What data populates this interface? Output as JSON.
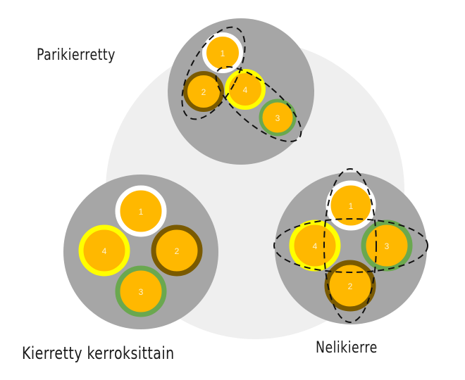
{
  "labels": {
    "top": "Parikierretty",
    "bottom_left": "Kierretty kerroksittain",
    "bottom_right": "Nelikierre"
  },
  "colors": {
    "background_circle": "#efefef",
    "cable_sheath": "#a6a6a6",
    "conductor": "#ffb800",
    "insulation_1": "#ffffff",
    "insulation_2": "#7a5a00",
    "insulation_3": "#6aa84f",
    "insulation_4": "#ffff00"
  },
  "conductors": {
    "parikierretty": [
      "1",
      "2",
      "4",
      "3"
    ],
    "kerroksittain": [
      "1",
      "4",
      "2",
      "3"
    ],
    "nelikierre": [
      "1",
      "4",
      "3",
      "2"
    ]
  }
}
